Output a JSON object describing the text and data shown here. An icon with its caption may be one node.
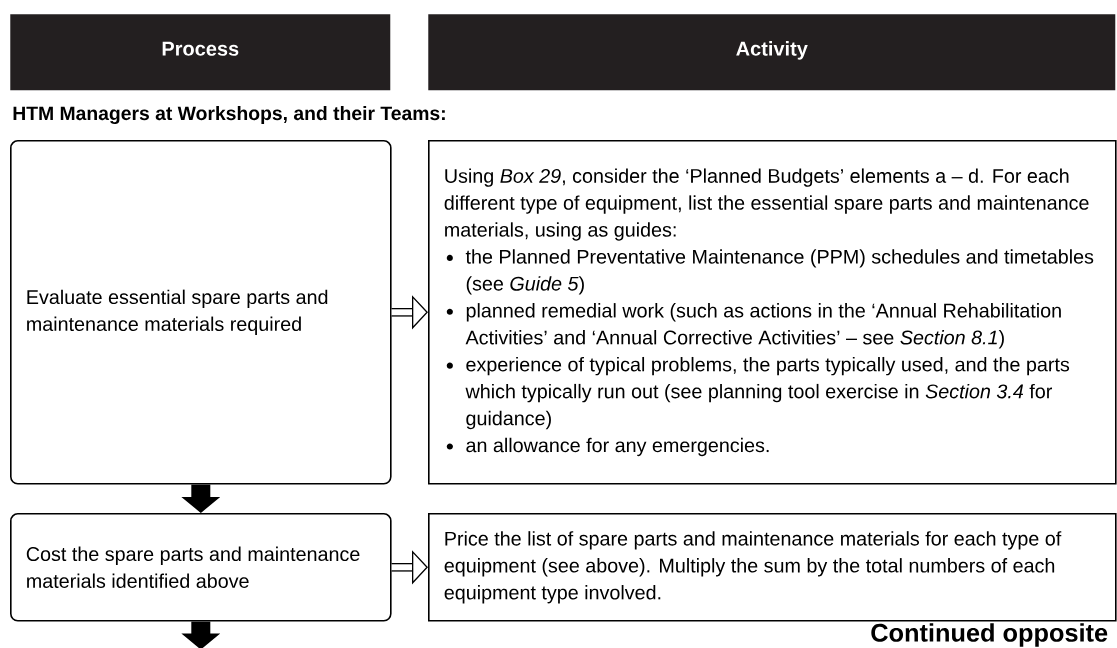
{
  "diagram": {
    "nodes": [
      {
        "text": [
          "Process"
        ]
      },
      {
        "text": [
          "Activity"
        ]
      },
      {
        "text": [
          "Evaluate essential spare parts and maintenance materials required"
        ]
      },
      {
        "text": [
          "Using *Box 29*, consider the ‘Planned Budgets’ elements a – d. For each different type of equipment, list the essential spare parts and maintenance materials, using as guides:",
          "the Planned Preventative Maintenance (PPM) schedules and timetables (see *Guide 5*)",
          "planned remedial work (such as actions in the ‘Annual Rehabilitation Activities’ and ‘Annual Corrective Activities’ – see *Section 8.1*)",
          "experience of typical problems, the parts typically used, and the parts which typically run out (see planning tool exercise in *Section 3.4* for guidance)",
          "an allowance for any emergencies."
        ]
      },
      {
        "text": [
          "Cost the spare parts and maintenance materials identified above"
        ]
      },
      {
        "text": [
          "Price the list of spare parts and maintenance materials for each type of equipment (see above). Multiply the sum by the total numbers of each equipment type involved."
        ]
      }
    ],
    "edges": [
      {
        "from": 2,
        "to": 3,
        "arrow": "to"
      },
      {
        "from": 2,
        "to": 4,
        "arrow": "to",
        "style": "thick"
      },
      {
        "from": 4,
        "to": 5,
        "arrow": "to"
      },
      {
        "from": 4,
        "to": null,
        "arrow": "to",
        "style": "thick"
      }
    ],
    "labels": [
      "HTM Managers at Workshops, and their Teams:",
      "Continued opposite"
    ]
  }
}
